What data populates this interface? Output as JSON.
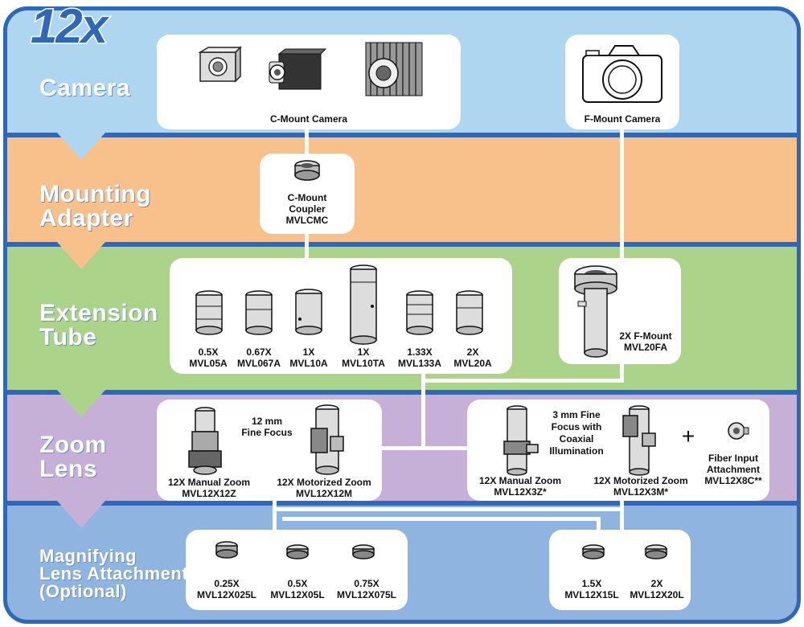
{
  "title": "12x",
  "bands": {
    "camera": "Camera",
    "mount_line1": "Mounting",
    "mount_line2": "Adapter",
    "ext_line1": "Extension",
    "ext_line2": "Tube",
    "zoom_line1": "Zoom",
    "zoom_line2": "Lens",
    "mag_line1": "Magnifying",
    "mag_line2": "Lens Attachment",
    "mag_line3": "(Optional)"
  },
  "cameras": {
    "c_mount": "C-Mount Camera",
    "f_mount": "F-Mount Camera"
  },
  "coupler": {
    "line1": "C-Mount",
    "line2": "Coupler",
    "part": "MVLCMC"
  },
  "extension_tubes": [
    {
      "mag": "0.5X",
      "part": "MVL05A"
    },
    {
      "mag": "0.67X",
      "part": "MVL067A"
    },
    {
      "mag": "1X",
      "part": "MVL10A"
    },
    {
      "mag": "1X",
      "part": "MVL10TA"
    },
    {
      "mag": "1.33X",
      "part": "MVL133A"
    },
    {
      "mag": "2X",
      "part": "MVL20A"
    }
  ],
  "f_tube": {
    "name": "2X F-Mount",
    "part": "MVL20FA"
  },
  "zoom_left": {
    "focus_line1": "12 mm",
    "focus_line2": "Fine Focus",
    "manual_name": "12X Manual Zoom",
    "manual_part": "MVL12X12Z",
    "motor_name": "12X Motorized Zoom",
    "motor_part": "MVL12X12M"
  },
  "zoom_right": {
    "focus_line1": "3 mm Fine",
    "focus_line2": "Focus with",
    "focus_line3": "Coaxial",
    "focus_line4": "Illumination",
    "manual_name": "12X Manual Zoom",
    "manual_part": "MVL12X3Z*",
    "motor_name": "12X Motorized Zoom",
    "motor_part": "MVL12X3M*",
    "plus": "+",
    "fiber_line1": "Fiber Input",
    "fiber_line2": "Attachment",
    "fiber_part": "MVL12X8C**"
  },
  "mag_left": [
    {
      "mag": "0.25X",
      "part": "MVL12X025L"
    },
    {
      "mag": "0.5X",
      "part": "MVL12X05L"
    },
    {
      "mag": "0.75X",
      "part": "MVL12X075L"
    }
  ],
  "mag_right": [
    {
      "mag": "1.5X",
      "part": "MVL12X15L"
    },
    {
      "mag": "2X",
      "part": "MVL12X20L"
    }
  ],
  "colors": {
    "frame": "#2f68b8",
    "camera_band": "#aed6f1",
    "mount_band": "#f8c08a",
    "ext_band": "#acd38a",
    "zoom_band": "#c6b0d8",
    "mag_band": "#8fb4e0"
  }
}
